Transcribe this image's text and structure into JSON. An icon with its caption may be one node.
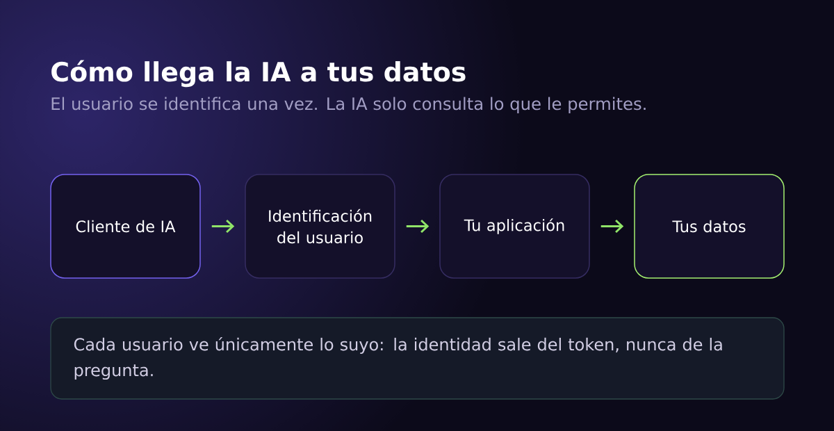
{
  "diagram": {
    "title": "Cómo llega la IA a tus datos",
    "caption": "El usuario se identifica una vez. La IA solo consulta lo que le permites.",
    "nodes": [
      {
        "text": [
          "Cliente de IA"
        ]
      },
      {
        "text": [
          "Identificación del usuario"
        ]
      },
      {
        "text": [
          "Tu aplicación"
        ]
      },
      {
        "text": [
          "Tus datos"
        ]
      },
      {
        "text": [
          "Cada usuario ve únicamente lo suyo: la identidad sale del token, nunca de la pregunta."
        ]
      }
    ],
    "edges": [
      {
        "from": 0,
        "to": 1,
        "arrow": "to"
      },
      {
        "from": 1,
        "to": 2,
        "arrow": "to"
      },
      {
        "from": 2,
        "to": 3,
        "arrow": "to"
      }
    ]
  }
}
